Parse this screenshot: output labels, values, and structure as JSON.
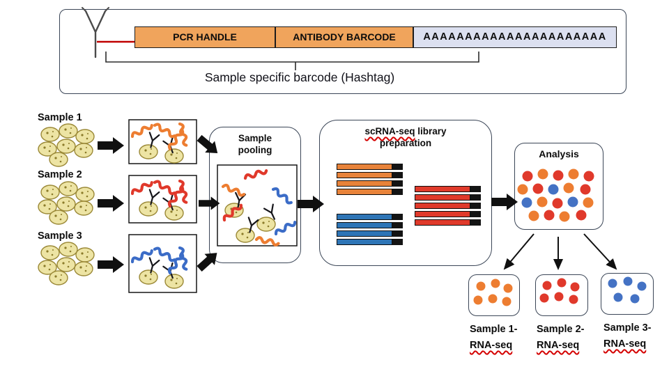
{
  "top_panel": {
    "segments": [
      {
        "label": "PCR HANDLE"
      },
      {
        "label": "ANTIBODY BARCODE"
      },
      {
        "label": "AAAAAAAAAAAAAAAAAAAAAA"
      }
    ],
    "caption": "Sample specific barcode (Hashtag)"
  },
  "samples": [
    {
      "label": "Sample 1"
    },
    {
      "label": "Sample 2"
    },
    {
      "label": "Sample 3"
    }
  ],
  "pooling": {
    "title_line1": "Sample",
    "title_line2": "pooling"
  },
  "library": {
    "title_hl": "scRNA-seq",
    "title_rest": " library",
    "title_line2": "preparation"
  },
  "analysis": {
    "title": "Analysis"
  },
  "results": [
    {
      "line1": "Sample 1-",
      "line2": "RNA-seq"
    },
    {
      "line1": "Sample 2-",
      "line2": "RNA-seq"
    },
    {
      "line1": "Sample 3-",
      "line2": "RNA-seq"
    }
  ],
  "colors": {
    "pcr_handle_fill": "#F0A45C",
    "polyA_fill": "#DCE0F0",
    "hashtag_orange": "#ED7D31",
    "hashtag_red": "#E0392B",
    "hashtag_blue": "#3B6CC7",
    "cell_fill": "#EDE4A4",
    "bar_orange": "#E8833A",
    "bar_blue": "#2E75B6",
    "bar_red": "#E03A2B",
    "underline_red": "#D40000"
  }
}
